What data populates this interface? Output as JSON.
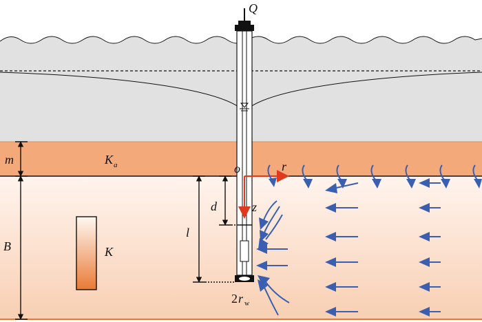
{
  "labels": {
    "pump_rate": "Q",
    "aquitard_thickness": "m",
    "aquitard_conductivity": "K",
    "aquitard_conductivity_sub": "a",
    "aquifer_thickness": "B",
    "aquifer_conductivity": "K",
    "origin": "o",
    "radial_axis": "r",
    "vertical_axis": "z",
    "screen_top_depth": "d",
    "screen_bottom_depth": "l",
    "well_diameter_prefix": "2",
    "well_diameter": "r",
    "well_diameter_sub": "w"
  },
  "colors": {
    "upper_layer": "#e1e1e1",
    "aquitard": "#f4a97a",
    "aquifer_top": "#fff4ee",
    "aquifer_bottom": "#f8cfb2",
    "flow_arrows": "#3a5fb0",
    "axis_arrows": "#e03a1e",
    "conductivity_bar_top": "#fff8f2",
    "conductivity_bar_bottom": "#e87a35"
  }
}
